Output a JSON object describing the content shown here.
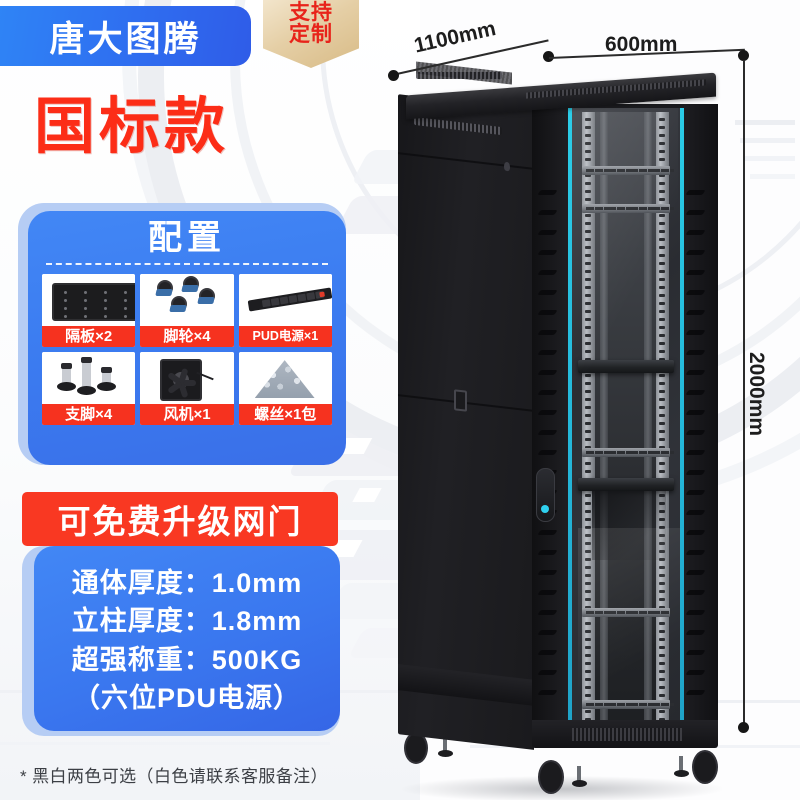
{
  "brand": {
    "name": "唐大图腾"
  },
  "custom_badge": {
    "line1": "支持",
    "line2": "定制"
  },
  "headline": "国标款",
  "config": {
    "title": "配置",
    "items": [
      {
        "caption": "隔板×2",
        "icon": "shelf-plate-icon"
      },
      {
        "caption": "脚轮×4",
        "icon": "caster-wheel-icon"
      },
      {
        "caption": "PUD电源×1",
        "icon": "pdu-power-strip-icon"
      },
      {
        "caption": "支脚×4",
        "icon": "leveling-foot-icon"
      },
      {
        "caption": "风机×1",
        "icon": "cooling-fan-icon"
      },
      {
        "caption": "螺丝×1包",
        "icon": "screws-bag-icon"
      }
    ]
  },
  "upgrade_banner": "可免费升级网门",
  "specs": {
    "lines": [
      "通体厚度：1.0mm",
      "立柱厚度：1.8mm",
      "超强称重：500KG",
      "（六位PDU电源）"
    ]
  },
  "footnote": "* 黑白两色可选（白色请联系客服备注）",
  "dimensions": {
    "depth": "1100mm",
    "width": "600mm",
    "height": "2000mm"
  },
  "colors": {
    "brand_blue": "#2f6ef0",
    "panel_blue": "#4287f5",
    "panel_blue_light": "#b6cdf4",
    "accent_red": "#f93822",
    "headline_red": "#fc2d17",
    "badge_gold": "#e5cfa6",
    "glass_cyan": "#2ad4f0",
    "cabinet_black": "#1a1a1d"
  }
}
